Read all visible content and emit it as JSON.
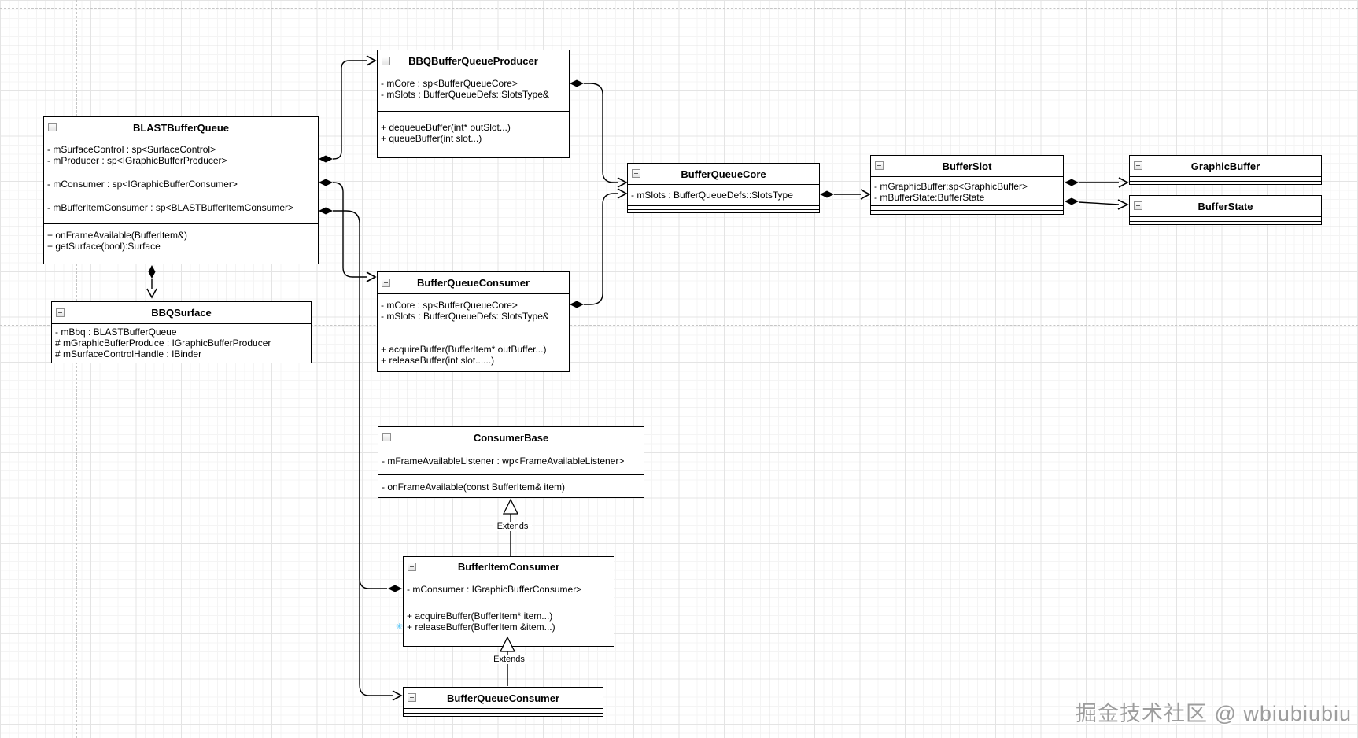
{
  "watermark": {
    "text": "掘金技术社区 @ wbiubiubiu"
  },
  "colors": {
    "connector": "#000000",
    "box_border": "#000000",
    "selection_handle": "#4fc3f7",
    "watermark": "#9d9d9d"
  },
  "edges": {
    "extends_label_1": "Extends",
    "extends_label_2": "Extends"
  },
  "classes": {
    "blast": {
      "title": "BLASTBufferQueue",
      "attrs": [
        "- mSurfaceControl : sp<SurfaceControl>",
        "- mProducer : sp<IGraphicBufferProducer>",
        "- mConsumer : sp<IGraphicBufferConsumer>",
        "- mBufferItemConsumer : sp<BLASTBufferItemConsumer>"
      ],
      "methods": [
        "+ onFrameAvailable(BufferItem&)",
        "+ getSurface(bool):Surface"
      ]
    },
    "producer": {
      "title": "BBQBufferQueueProducer",
      "attrs": [
        "- mCore : sp<BufferQueueCore>",
        "- mSlots : BufferQueueDefs::SlotsType&"
      ],
      "methods": [
        "+ dequeueBuffer(int* outSlot...)",
        "+ queueBuffer(int slot...)"
      ]
    },
    "core": {
      "title": "BufferQueueCore",
      "attrs": [
        "- mSlots : BufferQueueDefs::SlotsType"
      ]
    },
    "slot": {
      "title": "BufferSlot",
      "attrs": [
        "- mGraphicBuffer:sp<GraphicBuffer>",
        "- mBufferState:BufferState"
      ]
    },
    "graphic_buffer": {
      "title": "GraphicBuffer"
    },
    "buffer_state": {
      "title": "BufferState"
    },
    "bbq_surface": {
      "title": "BBQSurface",
      "attrs": [
        "- mBbq : BLASTBufferQueue",
        "# mGraphicBufferProduce : IGraphicBufferProducer",
        "# mSurfaceControlHandle : IBinder"
      ]
    },
    "consumer": {
      "title": "BufferQueueConsumer",
      "attrs": [
        "- mCore : sp<BufferQueueCore>",
        "- mSlots : BufferQueueDefs::SlotsType&"
      ],
      "methods": [
        "+ acquireBuffer(BufferItem* outBuffer...)",
        "+ releaseBuffer(int slot......)"
      ]
    },
    "consumer_base": {
      "title": "ConsumerBase",
      "attrs": [
        "- mFrameAvailableListener : wp<FrameAvailableListener>"
      ],
      "methods": [
        "- onFrameAvailable(const BufferItem& item)"
      ]
    },
    "buffer_item_consumer": {
      "title": "BufferItemConsumer",
      "attrs": [
        "- mConsumer : IGraphicBufferConsumer>"
      ],
      "methods": [
        "+ acquireBuffer(BufferItem* item...)",
        "+ releaseBuffer(BufferItem &item...)"
      ]
    },
    "consumer_bottom": {
      "title": "BufferQueueConsumer"
    }
  }
}
